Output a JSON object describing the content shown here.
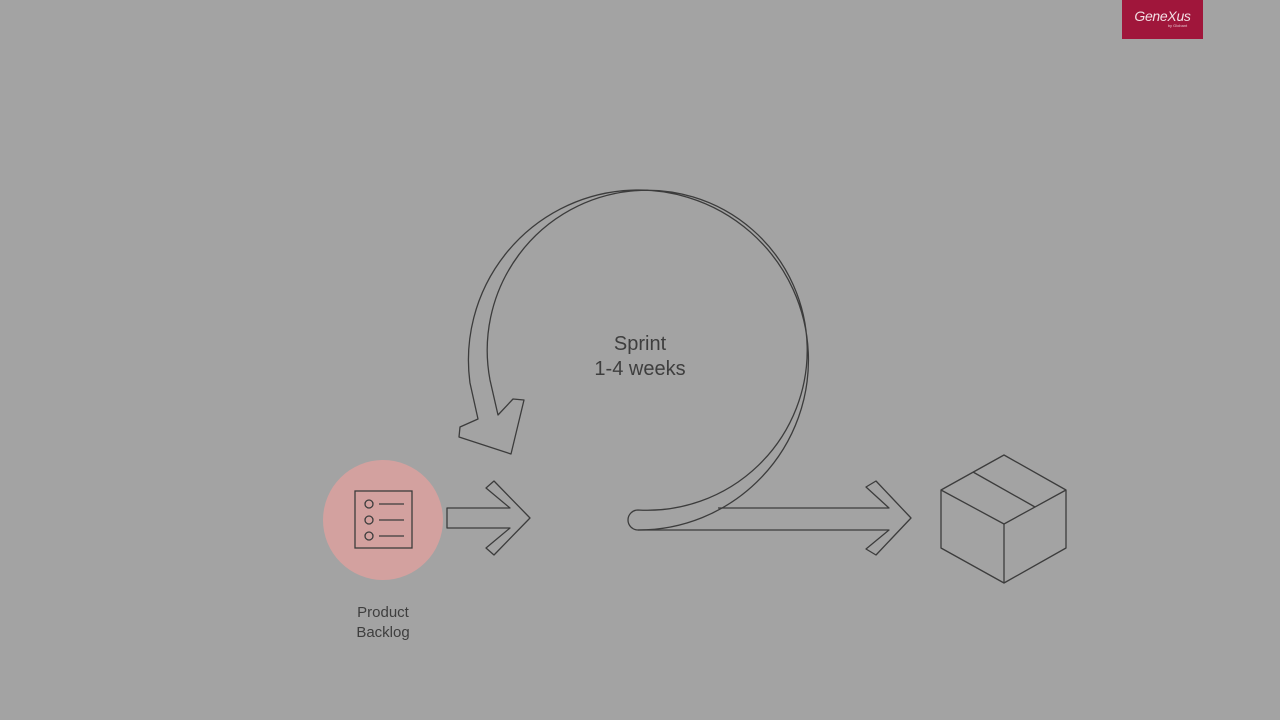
{
  "brand": {
    "logo_text": "GeneXus",
    "logo_subtext": "by Globant",
    "logo_color": "#a0163b"
  },
  "diagram": {
    "sprint": {
      "label": "Sprint",
      "duration": "1-4 weeks"
    },
    "backlog": {
      "label_line1": "Product",
      "label_line2": "Backlog",
      "icon": "checklist-icon",
      "highlight_color": "#d3a19f"
    },
    "output": {
      "icon": "box-icon"
    }
  },
  "colors": {
    "background": "#a3a3a3",
    "stroke": "#3c3c3c",
    "text": "#3e3e3e"
  }
}
